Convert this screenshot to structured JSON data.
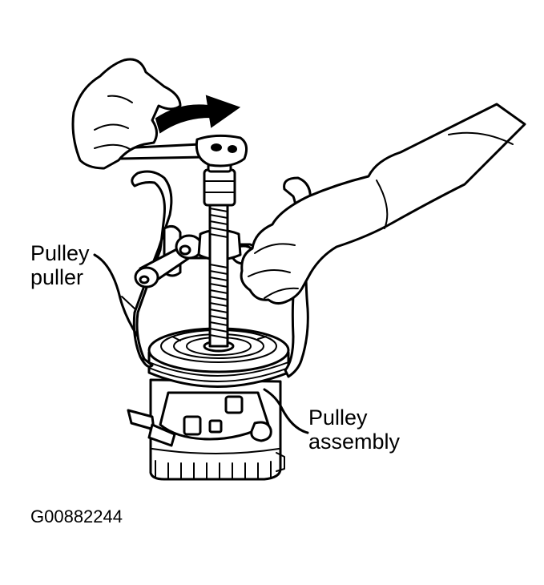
{
  "labels": {
    "pulley_puller": [
      "Pulley",
      "puller"
    ],
    "pulley_assembly": [
      "Pulley",
      "assembly"
    ]
  },
  "figure_id": "G00882244"
}
